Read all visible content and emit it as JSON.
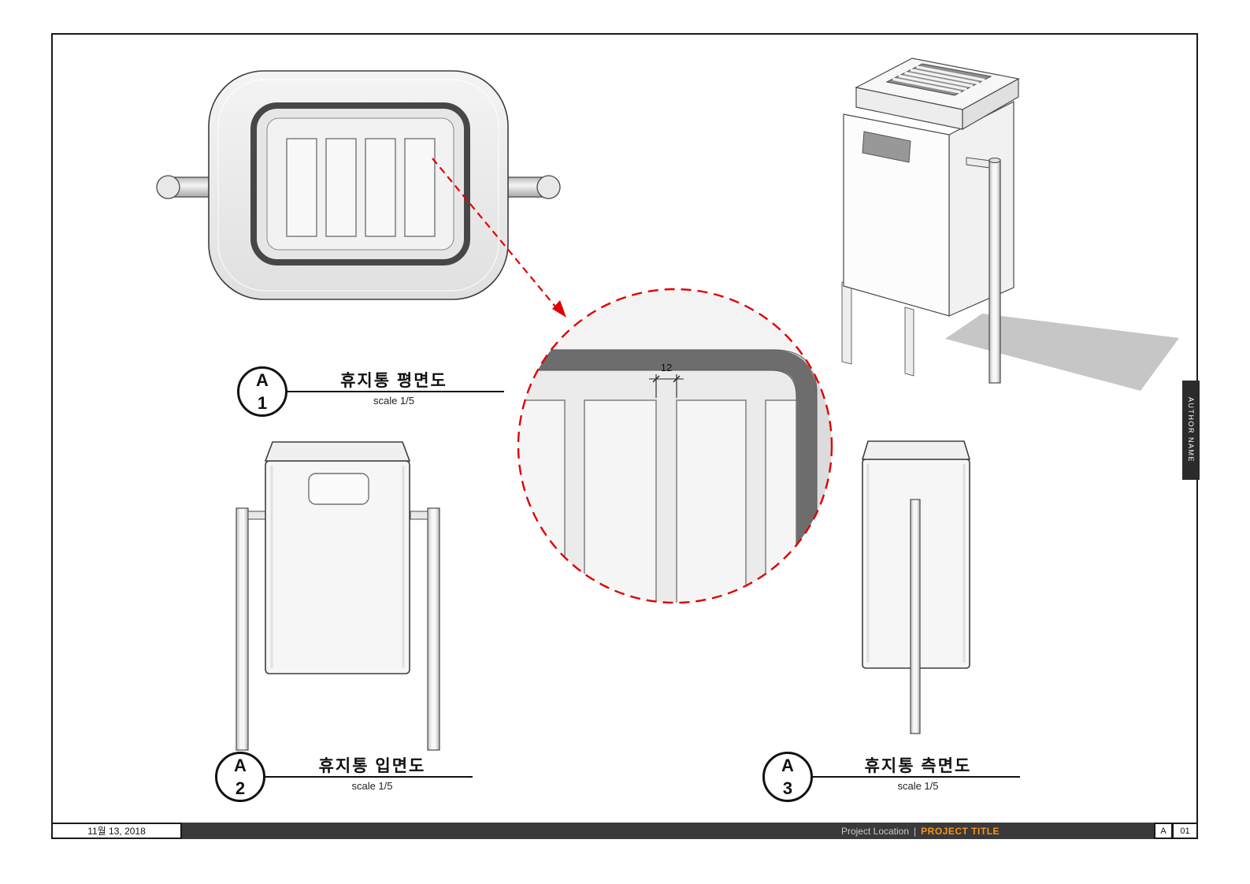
{
  "sheet": {
    "author_tab": "AUTHOR NAME",
    "footer": {
      "date": "11월 13, 2018",
      "project_location": "Project Location",
      "separator": "|",
      "project_title": "PROJECT TITLE",
      "revision": "A",
      "sheet_number": "01"
    }
  },
  "views": {
    "plan": {
      "ref_letter": "A",
      "ref_number": "1",
      "title": "휴지통 평면도",
      "scale": "scale 1/5"
    },
    "front_elevation": {
      "ref_letter": "A",
      "ref_number": "2",
      "title": "휴지통 입면도",
      "scale": "scale 1/5"
    },
    "side_elevation": {
      "ref_letter": "A",
      "ref_number": "3",
      "title": "휴지통 측면도",
      "scale": "scale 1/5"
    }
  },
  "detail_callout": {
    "dimension_label": "12"
  },
  "colors": {
    "accent_red": "#e10000",
    "title_orange": "#f7941d",
    "bar_dark": "#3a3a3a"
  }
}
